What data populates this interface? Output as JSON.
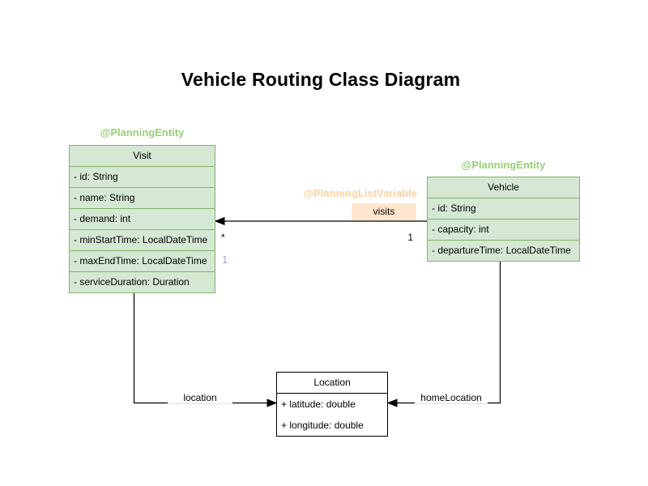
{
  "title": "Vehicle Routing Class Diagram",
  "colors": {
    "green_fill": "#d5e8d4",
    "green_stroke": "#82b366",
    "stereotype_green": "#97d077",
    "stereotype_orange": "#fcd2a2",
    "visits_label_fill": "#ffe6cc",
    "multiplicity_purple": "#b3a0cc",
    "location_fill": "#ffffff"
  },
  "classes": {
    "visit": {
      "stereotype": "@PlanningEntity",
      "name": "Visit",
      "fields": [
        "- id: String",
        "- name: String",
        "- demand: int",
        "- minStartTime: LocalDateTime",
        "- maxEndTime: LocalDateTime",
        "- serviceDuration: Duration"
      ]
    },
    "vehicle": {
      "stereotype": "@PlanningEntity",
      "name": "Vehicle",
      "fields": [
        "- id: String",
        "- capacity: int",
        "- departureTime: LocalDateTime"
      ]
    },
    "location": {
      "name": "Location",
      "fields": [
        "+ latitude: double",
        "+ longitude: double"
      ]
    }
  },
  "edges": {
    "visits": {
      "stereotype": "@PlanningListVariable",
      "label": "visits",
      "target_multiplicity": "*",
      "source_multiplicity": "1",
      "extra_multiplicity": "1"
    },
    "location": {
      "label": "location"
    },
    "home_location": {
      "label": "homeLocation"
    }
  }
}
